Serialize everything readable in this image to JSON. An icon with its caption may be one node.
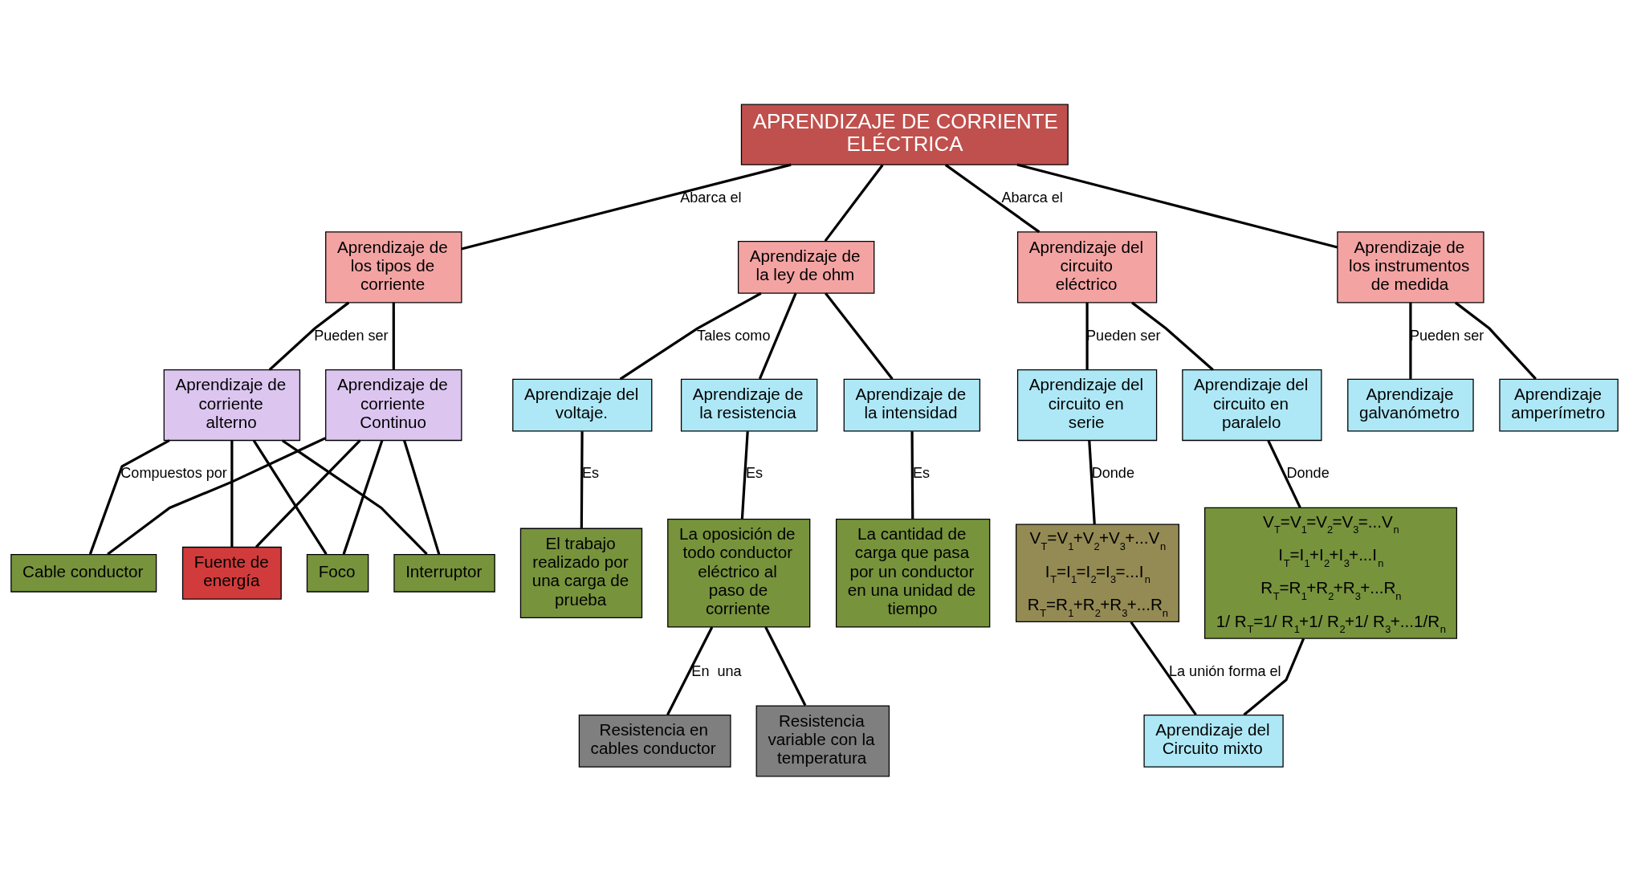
{
  "diagram": {
    "nodes": [
      {
        "text": [
          "APRENDIZAJE DE CORRIENTE ELÉCTRICA"
        ]
      },
      {
        "text": [
          "Aprendizaje de los tipos de corriente"
        ]
      },
      {
        "text": [
          "Aprendizaje de la ley de ohm"
        ]
      },
      {
        "text": [
          "Aprendizaje del circuito eléctrico"
        ]
      },
      {
        "text": [
          "Aprendizaje de los instrumentos de medida"
        ]
      },
      {
        "text": [
          "Aprendizaje de corriente alterno"
        ]
      },
      {
        "text": [
          "Aprendizaje de corriente Continuo"
        ]
      },
      {
        "text": [
          "Aprendizaje del voltaje."
        ]
      },
      {
        "text": [
          "Aprendizaje de la resistencia"
        ]
      },
      {
        "text": [
          "Aprendizaje de la intensidad"
        ]
      },
      {
        "text": [
          "Aprendizaje del circuito en serie"
        ]
      },
      {
        "text": [
          "Aprendizaje del circuito en paralelo"
        ]
      },
      {
        "text": [
          "Aprendizaje galvanómetro"
        ]
      },
      {
        "text": [
          "Aprendizaje amperímetro"
        ]
      },
      {
        "text": [
          "Cable conductor"
        ]
      },
      {
        "text": [
          "Fuente de energía"
        ]
      },
      {
        "text": [
          "Foco"
        ]
      },
      {
        "text": [
          "Interruptor"
        ]
      },
      {
        "text": [
          "El trabajo realizado por una carga de prueba"
        ]
      },
      {
        "text": [
          "La oposición de todo conductor eléctrico al paso de corriente"
        ]
      },
      {
        "text": [
          "La cantidad de carga que pasa por un conductor en una unidad de tiempo"
        ]
      },
      {
        "text": [
          "V$_{T}$=V$_{1}$+V$_{2}$+V$_{3}$+...V$_{n}$",
          "I$_{T}$=I$_{1}$=I$_{2}$=I$_{3}$=...I$_{n}$",
          "R$_{T}$=R$_{1}$+R$_{2}$+R$_{3}$+...R$_{n}$"
        ]
      },
      {
        "text": [
          "V$_{T}$=V$_{1}$=V$_{2}$=V$_{3}$=...V$_{n}$",
          "I$_{T}$=I$_{1}$+I$_{2}$+I$_{3}$+...I$_{n}$",
          "R$_{T}$=R$_{1}$+R$_{2}$+R$_{3}$+...R$_{n}$",
          "1/ R$_{T}$=1/ R$_{1}$+1/ R$_{2}$+1/ R$_{3}$+...1/R$_{n}$"
        ]
      },
      {
        "text": [
          "Resistencia en cables conductor"
        ]
      },
      {
        "text": [
          "Resistencia variable con la temperatura"
        ]
      },
      {
        "text": [
          "Aprendizaje del Circuito mixto"
        ]
      }
    ],
    "edges": [
      {
        "from": 0,
        "to": 1,
        "arrow": "none",
        "label": "Abarca el"
      },
      {
        "from": 0,
        "to": 2,
        "arrow": "none"
      },
      {
        "from": 0,
        "to": 3,
        "arrow": "none",
        "label": "Abarca el"
      },
      {
        "from": 0,
        "to": 4,
        "arrow": "none"
      },
      {
        "from": 1,
        "to": 5,
        "arrow": "none",
        "label": "Pueden ser"
      },
      {
        "from": 1,
        "to": 6,
        "arrow": "none"
      },
      {
        "from": 2,
        "to": 7,
        "arrow": "none",
        "label": "Tales como"
      },
      {
        "from": 2,
        "to": 8,
        "arrow": "none"
      },
      {
        "from": 2,
        "to": 9,
        "arrow": "none"
      },
      {
        "from": 3,
        "to": 10,
        "arrow": "none",
        "label": "Pueden ser"
      },
      {
        "from": 3,
        "to": 11,
        "arrow": "none"
      },
      {
        "from": 4,
        "to": 12,
        "arrow": "none",
        "label": "Pueden ser"
      },
      {
        "from": 4,
        "to": 13,
        "arrow": "none"
      },
      {
        "from": 5,
        "to": 14,
        "arrow": "none",
        "label": "Compuestos por"
      },
      {
        "from": 5,
        "to": 15,
        "arrow": "none"
      },
      {
        "from": 5,
        "to": 16,
        "arrow": "none"
      },
      {
        "from": 5,
        "to": 17,
        "arrow": "none"
      },
      {
        "from": 6,
        "to": 14,
        "arrow": "none"
      },
      {
        "from": 6,
        "to": 15,
        "arrow": "none"
      },
      {
        "from": 6,
        "to": 16,
        "arrow": "none"
      },
      {
        "from": 6,
        "to": 17,
        "arrow": "none"
      },
      {
        "from": 7,
        "to": 18,
        "arrow": "none",
        "label": "Es"
      },
      {
        "from": 8,
        "to": 19,
        "arrow": "none",
        "label": "Es"
      },
      {
        "from": 9,
        "to": 20,
        "arrow": "none",
        "label": "Es"
      },
      {
        "from": 10,
        "to": 21,
        "arrow": "none",
        "label": "Donde"
      },
      {
        "from": 11,
        "to": 22,
        "arrow": "none",
        "label": "Donde"
      },
      {
        "from": 19,
        "to": 23,
        "arrow": "none",
        "label": "En  una"
      },
      {
        "from": 19,
        "to": 24,
        "arrow": "none"
      },
      {
        "from": 21,
        "to": 25,
        "arrow": "none",
        "label": "La unión forma el"
      },
      {
        "from": 22,
        "to": 25,
        "arrow": "none"
      }
    ]
  }
}
